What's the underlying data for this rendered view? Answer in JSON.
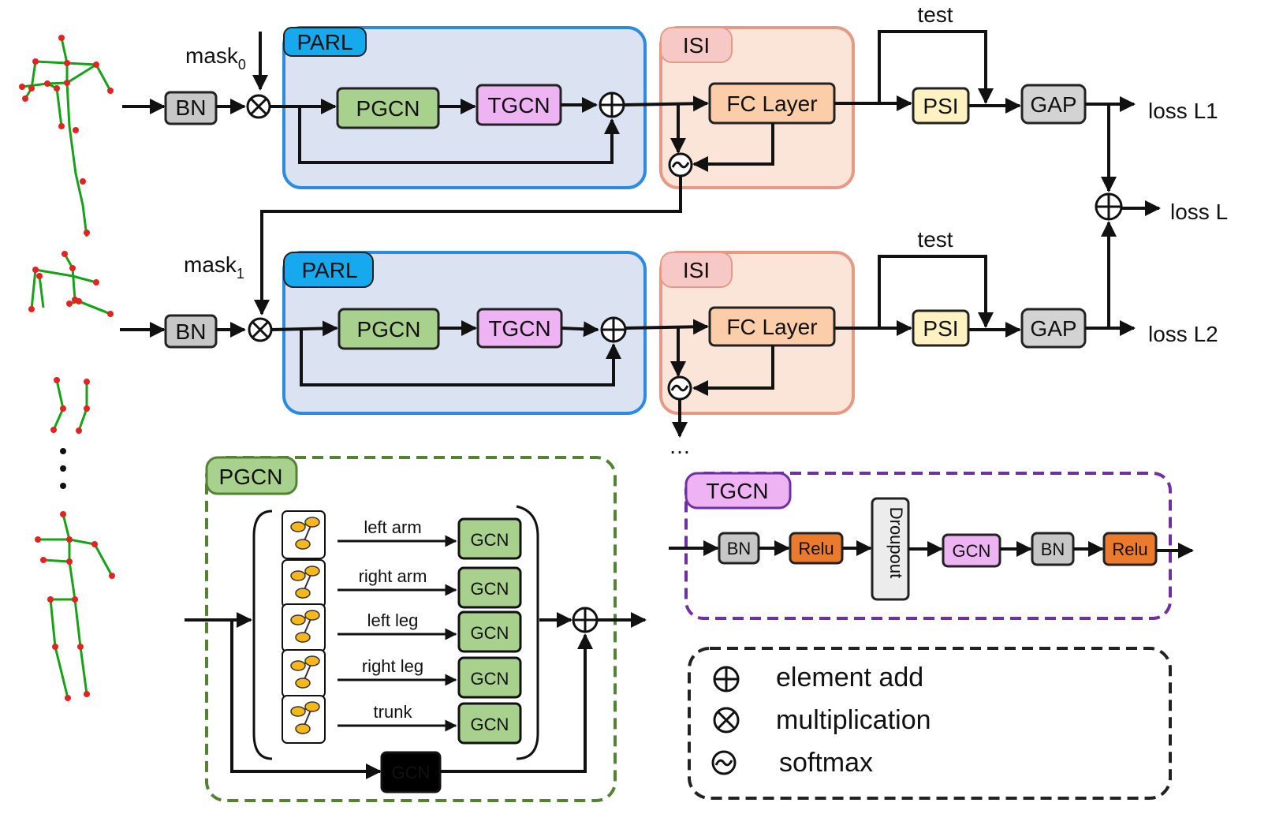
{
  "colors": {
    "parl_fill": "#dbe3f3",
    "parl_border": "#2a8be0",
    "parl_tag": "#17a9ee",
    "isi_fill": "#fbe4d8",
    "isi_border": "#e59a86",
    "isi_tag": "#f6c9c6",
    "fc_fill": "#fbcda8",
    "pgcn_fill": "#a9d18e",
    "tgcn_fill": "#eeb3f2",
    "bn_fill": "#c7c7c7",
    "psi_fill": "#fff2c2",
    "gap_fill": "#d3d3d3",
    "relu_fill": "#ec7a2c",
    "gcn_fill": "#a9d18e",
    "pgcn_border": "#548235",
    "tgcn_border": "#7030a0",
    "legend_border": "#222222",
    "skeleton_bone": "#17a117",
    "skeleton_joint": "#e32222",
    "part_joint": "#f6b819"
  },
  "row1": {
    "mask_label": "mask",
    "mask_sub": "0",
    "bn": "BN",
    "parl_tag": "PARL",
    "pgcn": "PGCN",
    "tgcn": "TGCN",
    "isi_tag": "ISI",
    "fc": "FC Layer",
    "test": "test",
    "psi": "PSI",
    "gap": "GAP",
    "loss": "loss L1"
  },
  "row2": {
    "mask_label": "mask",
    "mask_sub": "1",
    "bn": "BN",
    "parl_tag": "PARL",
    "pgcn": "PGCN",
    "tgcn": "TGCN",
    "isi_tag": "ISI",
    "fc": "FC Layer",
    "test": "test",
    "psi": "PSI",
    "gap": "GAP",
    "loss": "loss L2"
  },
  "loss_total": "loss L",
  "continuation": "…",
  "pgcn_detail": {
    "tag": "PGCN",
    "parts": [
      {
        "label": "left arm",
        "gcn": "GCN"
      },
      {
        "label": "right arm",
        "gcn": "GCN"
      },
      {
        "label": "left leg",
        "gcn": "GCN"
      },
      {
        "label": "right leg",
        "gcn": "GCN"
      },
      {
        "label": "trunk",
        "gcn": "GCN"
      }
    ],
    "bottom_gcn": "GCN"
  },
  "tgcn_detail": {
    "tag": "TGCN",
    "bn1": "BN",
    "relu1": "Relu",
    "dropout": "Droupout",
    "gcn": "GCN",
    "bn2": "BN",
    "relu2": "Relu"
  },
  "legend": {
    "add": "element add",
    "mul": "multiplication",
    "softmax": "softmax"
  }
}
